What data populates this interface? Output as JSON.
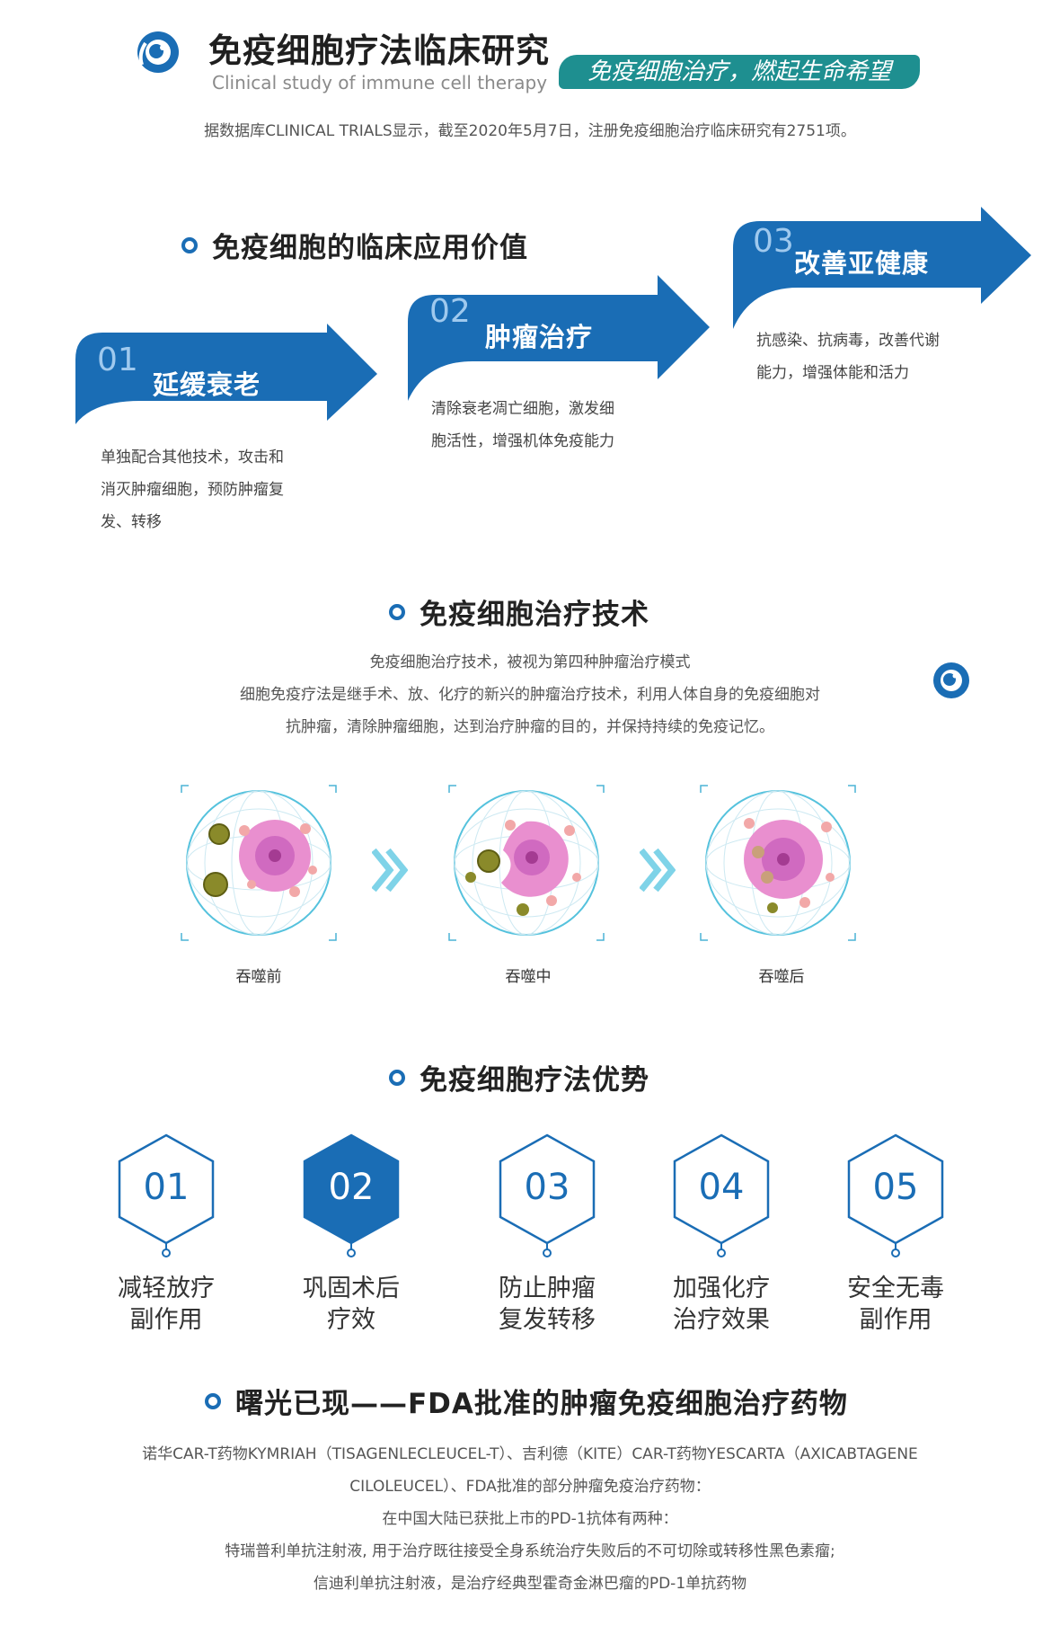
{
  "header": {
    "title": "免疫细胞疗法临床研究",
    "subtitle": "Clinical study of immune cell therapy",
    "slogan": "免疫细胞治疗，燃起生命希望",
    "intro": "据数据库CLINICAL TRIALS显示，截至2020年5月7日，注册免疫细胞治疗临床研究有2751项。"
  },
  "clinical_value": {
    "heading": "免疫细胞的临床应用价值",
    "items": [
      {
        "num": "01",
        "label": "延缓衰老",
        "desc_lines": [
          "单独配合其他技术，攻击和",
          "消灭肿瘤细胞，预防肿瘤复",
          "发、转移"
        ]
      },
      {
        "num": "02",
        "label": "肿瘤治疗",
        "desc_lines": [
          "清除衰老凋亡细胞，激发细",
          "胞活性，增强机体免疫能力"
        ]
      },
      {
        "num": "03",
        "label": "改善亚健康",
        "desc_lines": [
          "抗感染、抗病毒，改善代谢",
          "能力，增强体能和活力"
        ]
      }
    ]
  },
  "technology": {
    "heading": "免疫细胞治疗技术",
    "lines": [
      "免疫细胞治疗技术，被视为第四种肿瘤治疗模式",
      "细胞免疫疗法是继手术、放、化疗的新兴的肿瘤治疗技术，利用人体自身的免疫细胞对",
      "抗肿瘤，清除肿瘤细胞，达到治疗肿瘤的目的，并保持持续的免疫记忆。"
    ],
    "stages": [
      "吞噬前",
      "吞噬中",
      "吞噬后"
    ]
  },
  "advantages": {
    "heading": "免疫细胞疗法优势",
    "items": [
      {
        "num": "01",
        "lines": [
          "减轻放疗",
          "副作用"
        ],
        "active": false
      },
      {
        "num": "02",
        "lines": [
          "巩固术后",
          "疗效"
        ],
        "active": true
      },
      {
        "num": "03",
        "lines": [
          "防止肿瘤",
          "复发转移"
        ],
        "active": false
      },
      {
        "num": "04",
        "lines": [
          "加强化疗",
          "治疗效果"
        ],
        "active": false
      },
      {
        "num": "05",
        "lines": [
          "安全无毒",
          "副作用"
        ],
        "active": false
      }
    ]
  },
  "fda": {
    "heading": "曙光已现——FDA批准的肿瘤免疫细胞治疗药物",
    "lines": [
      "诺华CAR-T药物KYMRIAH（TISAGENLECLEUCEL-T）、吉利德（KITE）CAR-T药物YESCARTA（AXICABTAGENE",
      "CILOLEUCEL）、FDA批准的部分肿瘤免疫治疗药物：",
      "在中国大陆已获批上市的PD-1抗体有两种：",
      "特瑞普利单抗注射液, 用于治疗既往接受全身系统治疗失败后的不可切除或转移性黑色素瘤;",
      "信迪利单抗注射液，是治疗经典型霍奇金淋巴瘤的PD-1单抗药物"
    ]
  },
  "colors": {
    "primary": "#1a6db5",
    "slogan_bg": "#1e8f90",
    "arrow_light": "#9fc9ee",
    "chevron": "#7fd3e8"
  },
  "icons": [
    "brand-logo-icon",
    "section-dot-icon",
    "chevron-right-icon",
    "hexagon-icon"
  ]
}
